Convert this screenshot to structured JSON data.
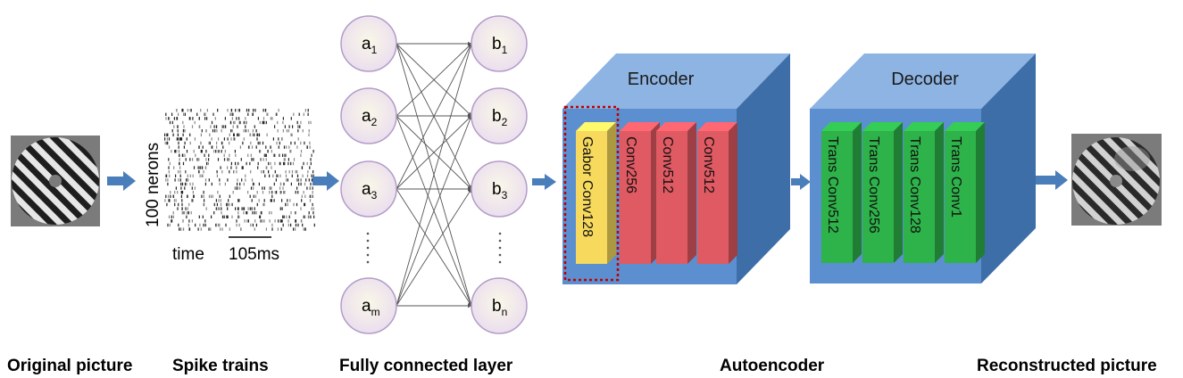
{
  "captions": {
    "original": "Original picture",
    "spikes": "Spike trains",
    "fc": "Fully connected layer",
    "autoencoder": "Autoencoder",
    "reconstructed": "Reconstructed picture"
  },
  "spike_labels": {
    "y": "100 nerons",
    "time": "time",
    "scale": "105ms"
  },
  "fc_layer": {
    "a_nodes": [
      {
        "base": "a",
        "sub": "1"
      },
      {
        "base": "a",
        "sub": "2"
      },
      {
        "base": "a",
        "sub": "3"
      },
      {
        "base": "a",
        "sub": "m"
      }
    ],
    "b_nodes": [
      {
        "base": "b",
        "sub": "1"
      },
      {
        "base": "b",
        "sub": "2"
      },
      {
        "base": "b",
        "sub": "3"
      },
      {
        "base": "b",
        "sub": "n"
      }
    ]
  },
  "encoder": {
    "title": "Encoder",
    "layers": [
      "Gabor Conv128",
      "Conv256",
      "Conv512",
      "Conv512"
    ]
  },
  "decoder": {
    "title": "Decoder",
    "layers": [
      "Trans Conv512",
      "Trans Conv256",
      "Trans Conv128",
      "Trans Conv1"
    ]
  },
  "colors": {
    "arrow": "#4a7ebb",
    "box_front": "#5b8fd0",
    "box_top": "#8db4e2",
    "box_side": "#3d6ea8",
    "gabor": "#f7d95e",
    "conv": "#e05a63",
    "trans": "#2eb24a",
    "node_fill": "#ece3ef",
    "node_stroke": "#b39cc7",
    "highlight": "#c00000"
  }
}
